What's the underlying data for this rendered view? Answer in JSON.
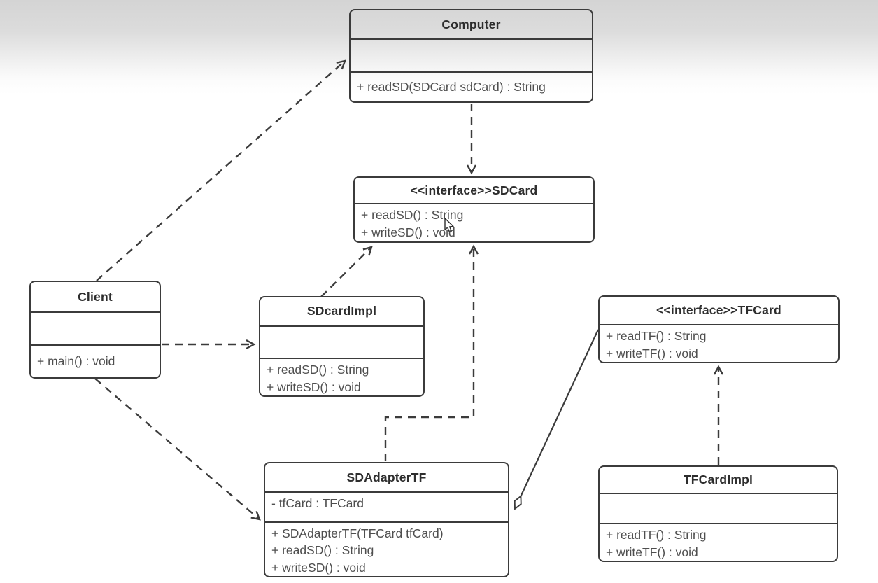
{
  "diagram": {
    "kind": "uml-class-diagram",
    "line_color": "#3b3b3b",
    "background_top": "#d4d4d4",
    "background_bottom": "#ffffff"
  },
  "classes": [
    {
      "key": "computer",
      "title": "Computer",
      "attributes": [],
      "methods": [
        "+ readSD(SDCard sdCard) : String"
      ]
    },
    {
      "key": "sdcard",
      "title": "<<interface>>SDCard",
      "attributes": [],
      "methods": [
        "+ readSD() : String",
        "+ writeSD() : void"
      ]
    },
    {
      "key": "client",
      "title": "Client",
      "attributes": [],
      "methods": [
        "+ main() : void"
      ]
    },
    {
      "key": "sdcardimpl",
      "title": "SDcardImpl",
      "attributes": [],
      "methods": [
        "+ readSD() : String",
        "+ writeSD() : void"
      ]
    },
    {
      "key": "tfcard",
      "title": "<<interface>>TFCard",
      "attributes": [],
      "methods": [
        "+ readTF() : String",
        "+ writeTF() : void"
      ]
    },
    {
      "key": "sdadaptertf",
      "title": "SDAdapterTF",
      "attributes": [
        "- tfCard : TFCard"
      ],
      "methods": [
        "+ SDAdapterTF(TFCard tfCard)",
        "+ readSD() : String",
        "+ writeSD() : void"
      ]
    },
    {
      "key": "tfcardimpl",
      "title": "TFCardImpl",
      "attributes": [],
      "methods": [
        "+ readTF() : String",
        "+ writeTF() : void"
      ]
    }
  ],
  "relationships": [
    {
      "from": "Client",
      "to": "Computer",
      "type": "dependency",
      "line": "dashed",
      "head": "open-arrow"
    },
    {
      "from": "Computer",
      "to": "SDCard",
      "type": "dependency",
      "line": "dashed",
      "head": "open-arrow"
    },
    {
      "from": "Client",
      "to": "SDcardImpl",
      "type": "dependency",
      "line": "dashed",
      "head": "open-arrow"
    },
    {
      "from": "SDcardImpl",
      "to": "SDCard",
      "type": "realization",
      "line": "dashed",
      "head": "open-arrow"
    },
    {
      "from": "SDAdapterTF",
      "to": "SDCard",
      "type": "realization",
      "line": "dashed",
      "head": "open-arrow"
    },
    {
      "from": "TFCardImpl",
      "to": "TFCard",
      "type": "realization",
      "line": "dashed",
      "head": "open-arrow"
    },
    {
      "from": "SDAdapterTF",
      "to": "TFCard",
      "type": "aggregation",
      "line": "solid",
      "head": "hollow-diamond-at-SDAdapterTF"
    }
  ]
}
